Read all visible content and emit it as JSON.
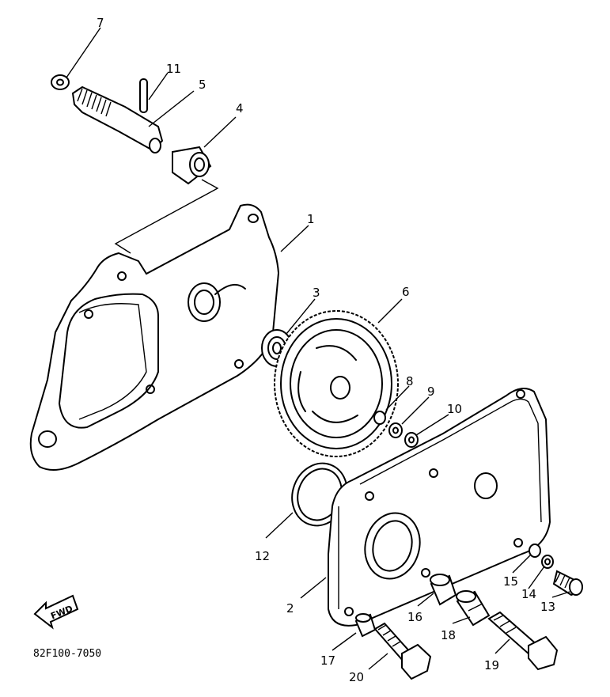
{
  "diagram": {
    "part_numbers": [
      "1",
      "2",
      "3",
      "4",
      "5",
      "6",
      "7",
      "8",
      "9",
      "10",
      "11",
      "12",
      "13",
      "14",
      "15",
      "16",
      "17",
      "18",
      "19",
      "20"
    ],
    "fwd_label": "FWD",
    "catalog_code": "82F100-7050"
  }
}
